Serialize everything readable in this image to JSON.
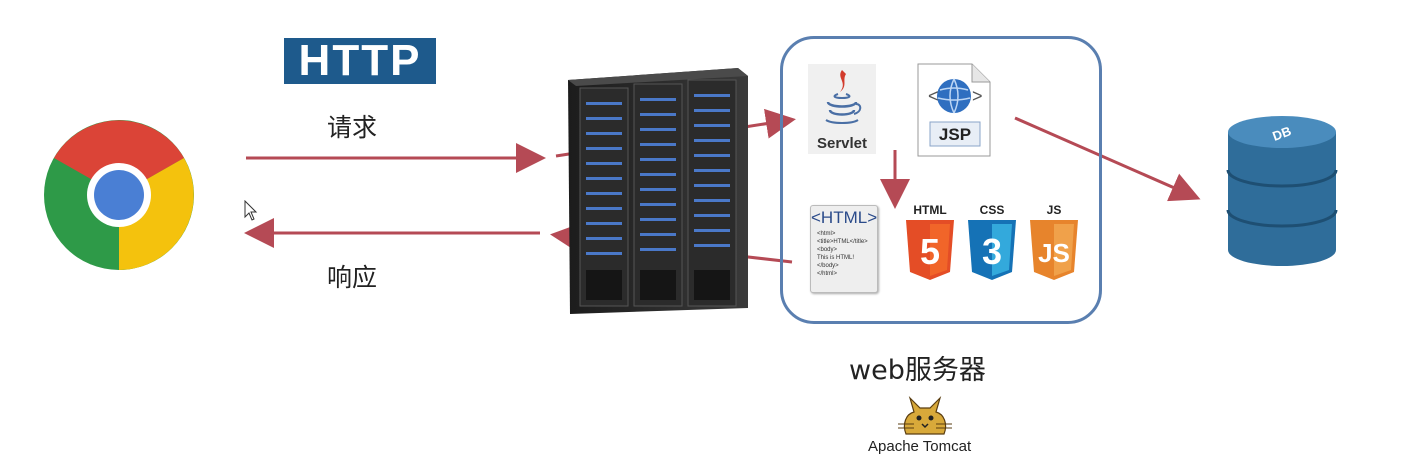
{
  "labels": {
    "http": "HTTP",
    "request": "请求",
    "response": "响应",
    "web_server": "web服务器",
    "tomcat": "Apache Tomcat"
  },
  "icons": {
    "servlet_text": "Servlet",
    "jsp_text": "JSP",
    "html_doc_header": "<HTML>",
    "html_doc_code": "<html>\n<title>HTML</title>\n<body>\nThis is HTML!\n</body>\n</html>",
    "html5_label": "HTML",
    "css3_label": "CSS",
    "js_label": "JS",
    "html5_number": "5",
    "css3_number": "3",
    "js_number": "JS",
    "db_text": "DB"
  },
  "colors": {
    "arrow": "#b54a55",
    "box_border": "#5a7fb0",
    "http_bg": "#1e5a8c",
    "db": "#2f6d9a"
  }
}
